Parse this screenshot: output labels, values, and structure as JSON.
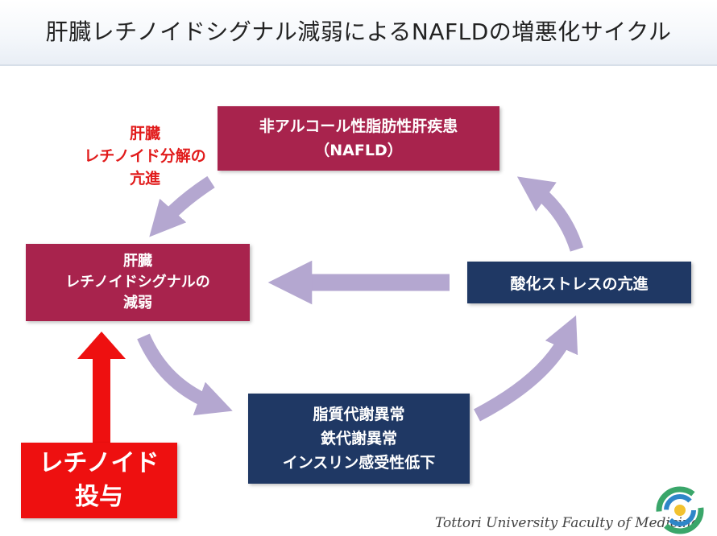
{
  "title": "肝臓レチノイドシグナル減弱によるNAFLDの増悪化サイクル",
  "nodes": {
    "nafld": {
      "lines": [
        "非アルコール性脂肪性肝疾患",
        "（NAFLD）"
      ]
    },
    "signal": {
      "lines": [
        "肝臓",
        "レチノイドシグナルの",
        "減弱"
      ]
    },
    "oxidative": {
      "lines": [
        "酸化ストレスの亢進"
      ]
    },
    "metabolic": {
      "lines": [
        "脂質代謝異常",
        "鉄代謝異常",
        "インスリン感受性低下"
      ]
    },
    "retinoid": {
      "lines": [
        "レチノイド",
        "投与"
      ]
    }
  },
  "annotation": {
    "lines": [
      "肝臓",
      "レチノイド分解の",
      "亢進"
    ]
  },
  "footer": {
    "institution": "Tottori University Faculty of Medicine"
  },
  "colors": {
    "crimson": "#a8234d",
    "navy": "#1f3864",
    "red": "#ee1010",
    "arrow": "#b4a7d0",
    "annotation_red": "#e11b1b"
  }
}
